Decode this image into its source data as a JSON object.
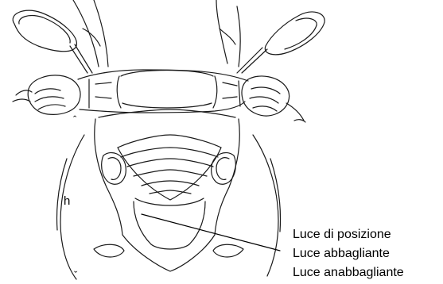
{
  "labels": {
    "position_light": "Luce di posizione",
    "high_beam": "Luce abbagliante",
    "low_beam": "Luce anabbagliante"
  },
  "marks": {
    "left_letter": "h",
    "top_caret": "ˆ",
    "bottom_caret": "ˇ"
  },
  "line_color": "#1a1a1a"
}
